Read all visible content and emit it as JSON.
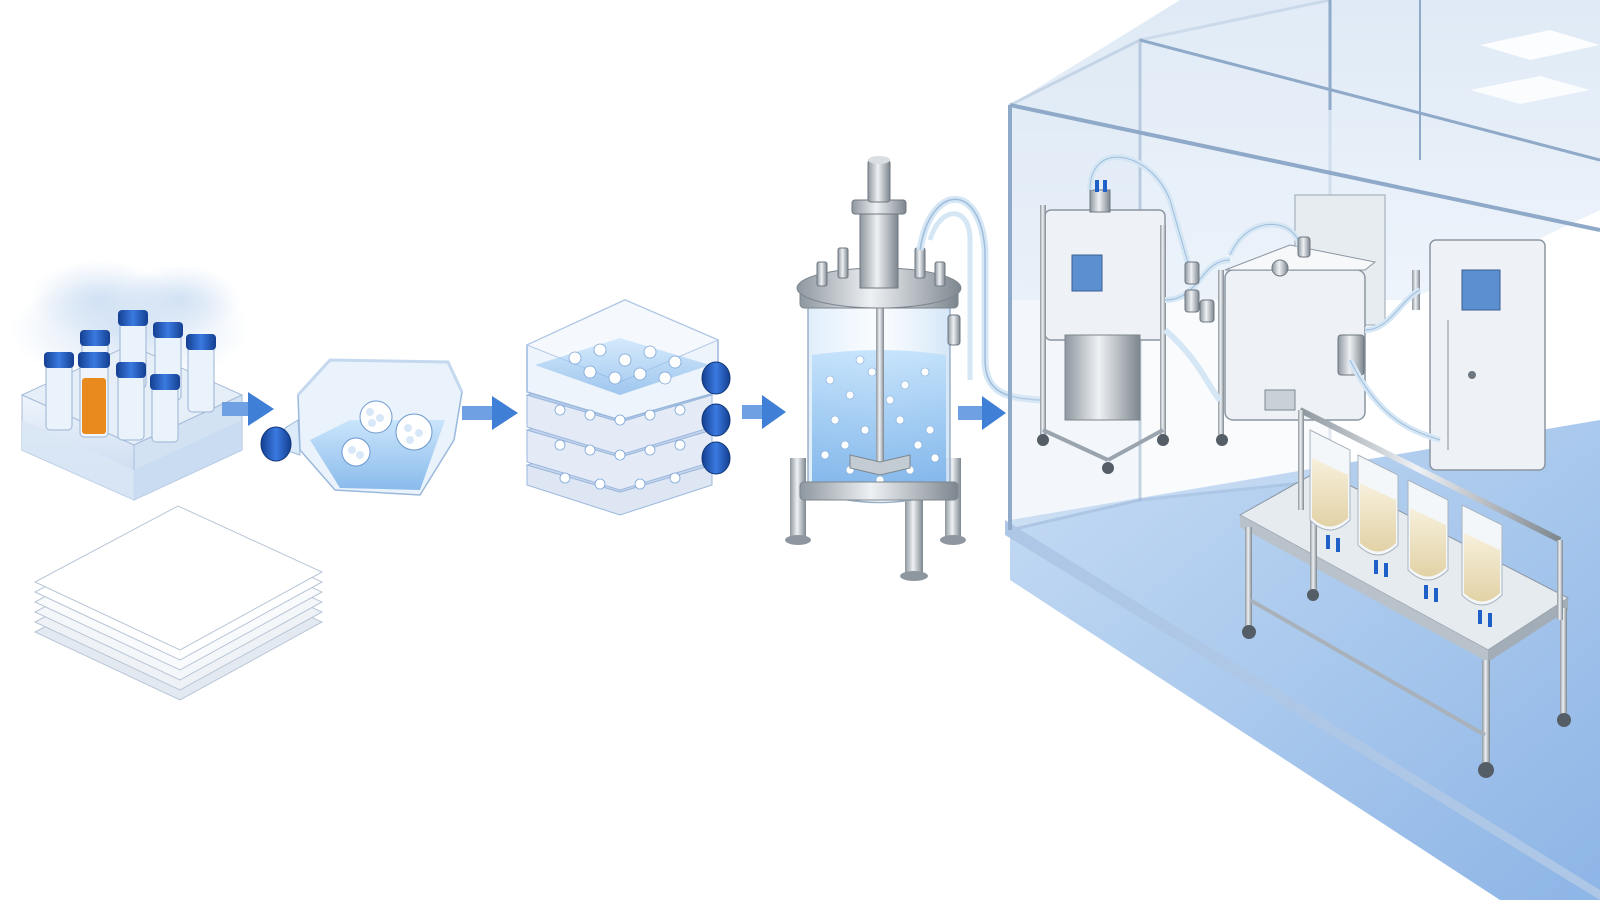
{
  "colors": {
    "background": "#ffffff",
    "cap_blue": "#1f5fc8",
    "liquid_blue": "#8fc3f0",
    "steel": "#b8c0c8",
    "floor_blue": "#a9c9ee",
    "orange_sample": "#e88a1e",
    "bag_fill": "#efe4c4",
    "arrow_blue": "#3f7fd6"
  },
  "process_steps": [
    {
      "id": "cryo-vials",
      "icon": "cryovial-box-icon"
    },
    {
      "id": "t-flask",
      "icon": "t-flask-icon"
    },
    {
      "id": "stacked-flasks",
      "icon": "cell-stack-icon"
    },
    {
      "id": "bioreactor",
      "icon": "bioreactor-icon"
    },
    {
      "id": "cleanroom-processing",
      "icon": "cleanroom-icon"
    }
  ],
  "cleanroom": {
    "skid_units": 4,
    "final_bags": 4
  }
}
